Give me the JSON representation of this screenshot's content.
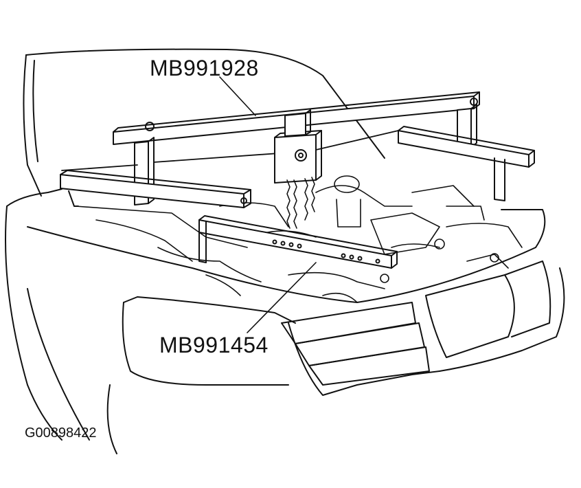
{
  "figure": {
    "callouts": [
      {
        "id": "MB991928"
      },
      {
        "id": "MB991454"
      }
    ],
    "figure_id": "G00898422"
  },
  "colors": {
    "line": "#111111",
    "background": "#ffffff"
  }
}
